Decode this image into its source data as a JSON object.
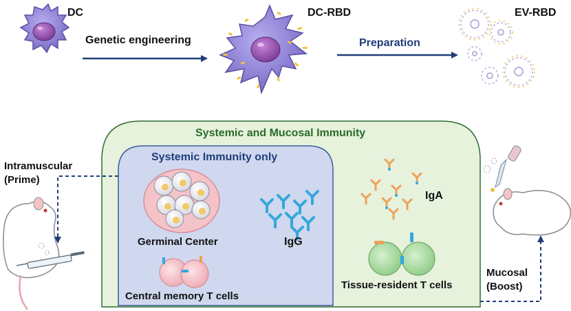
{
  "top": {
    "dc_label": "DC",
    "dc_rbd_label": "DC-RBD",
    "ev_rbd_label": "EV-RBD",
    "step1_label": "Genetic engineering",
    "step2_label": "Preparation"
  },
  "routes": {
    "prime_line1": "Intramuscular",
    "prime_line2": "(Prime)",
    "boost_line1": "Mucosal",
    "boost_line2": "(Boost)"
  },
  "outer_box": {
    "title": "Systemic and Mucosal Immunity"
  },
  "inner_box": {
    "title": "Systemic Immunity only",
    "germinal_center": "Germinal Center",
    "igg": "IgG",
    "central_memory": "Central memory T cells"
  },
  "mucosal": {
    "iga": "IgA",
    "tissue_resident": "Tissue-resident T cells"
  },
  "colors": {
    "arrow_blue": "#1f3d7a",
    "outer_box_fill": "#e6f2dc",
    "outer_box_stroke": "#2f6b2f",
    "inner_box_fill": "#cfd8ee",
    "inner_box_stroke": "#3c5a9c",
    "cell_purple": "#8d7fd1",
    "nucleus": "#9b5fb5",
    "receptor_yellow": "#f0c23a",
    "igg_blue": "#35a7dc",
    "iga_orange": "#f0a056",
    "germinal_pink": "#f4c3c8",
    "tcell_green": "#aedca2"
  }
}
